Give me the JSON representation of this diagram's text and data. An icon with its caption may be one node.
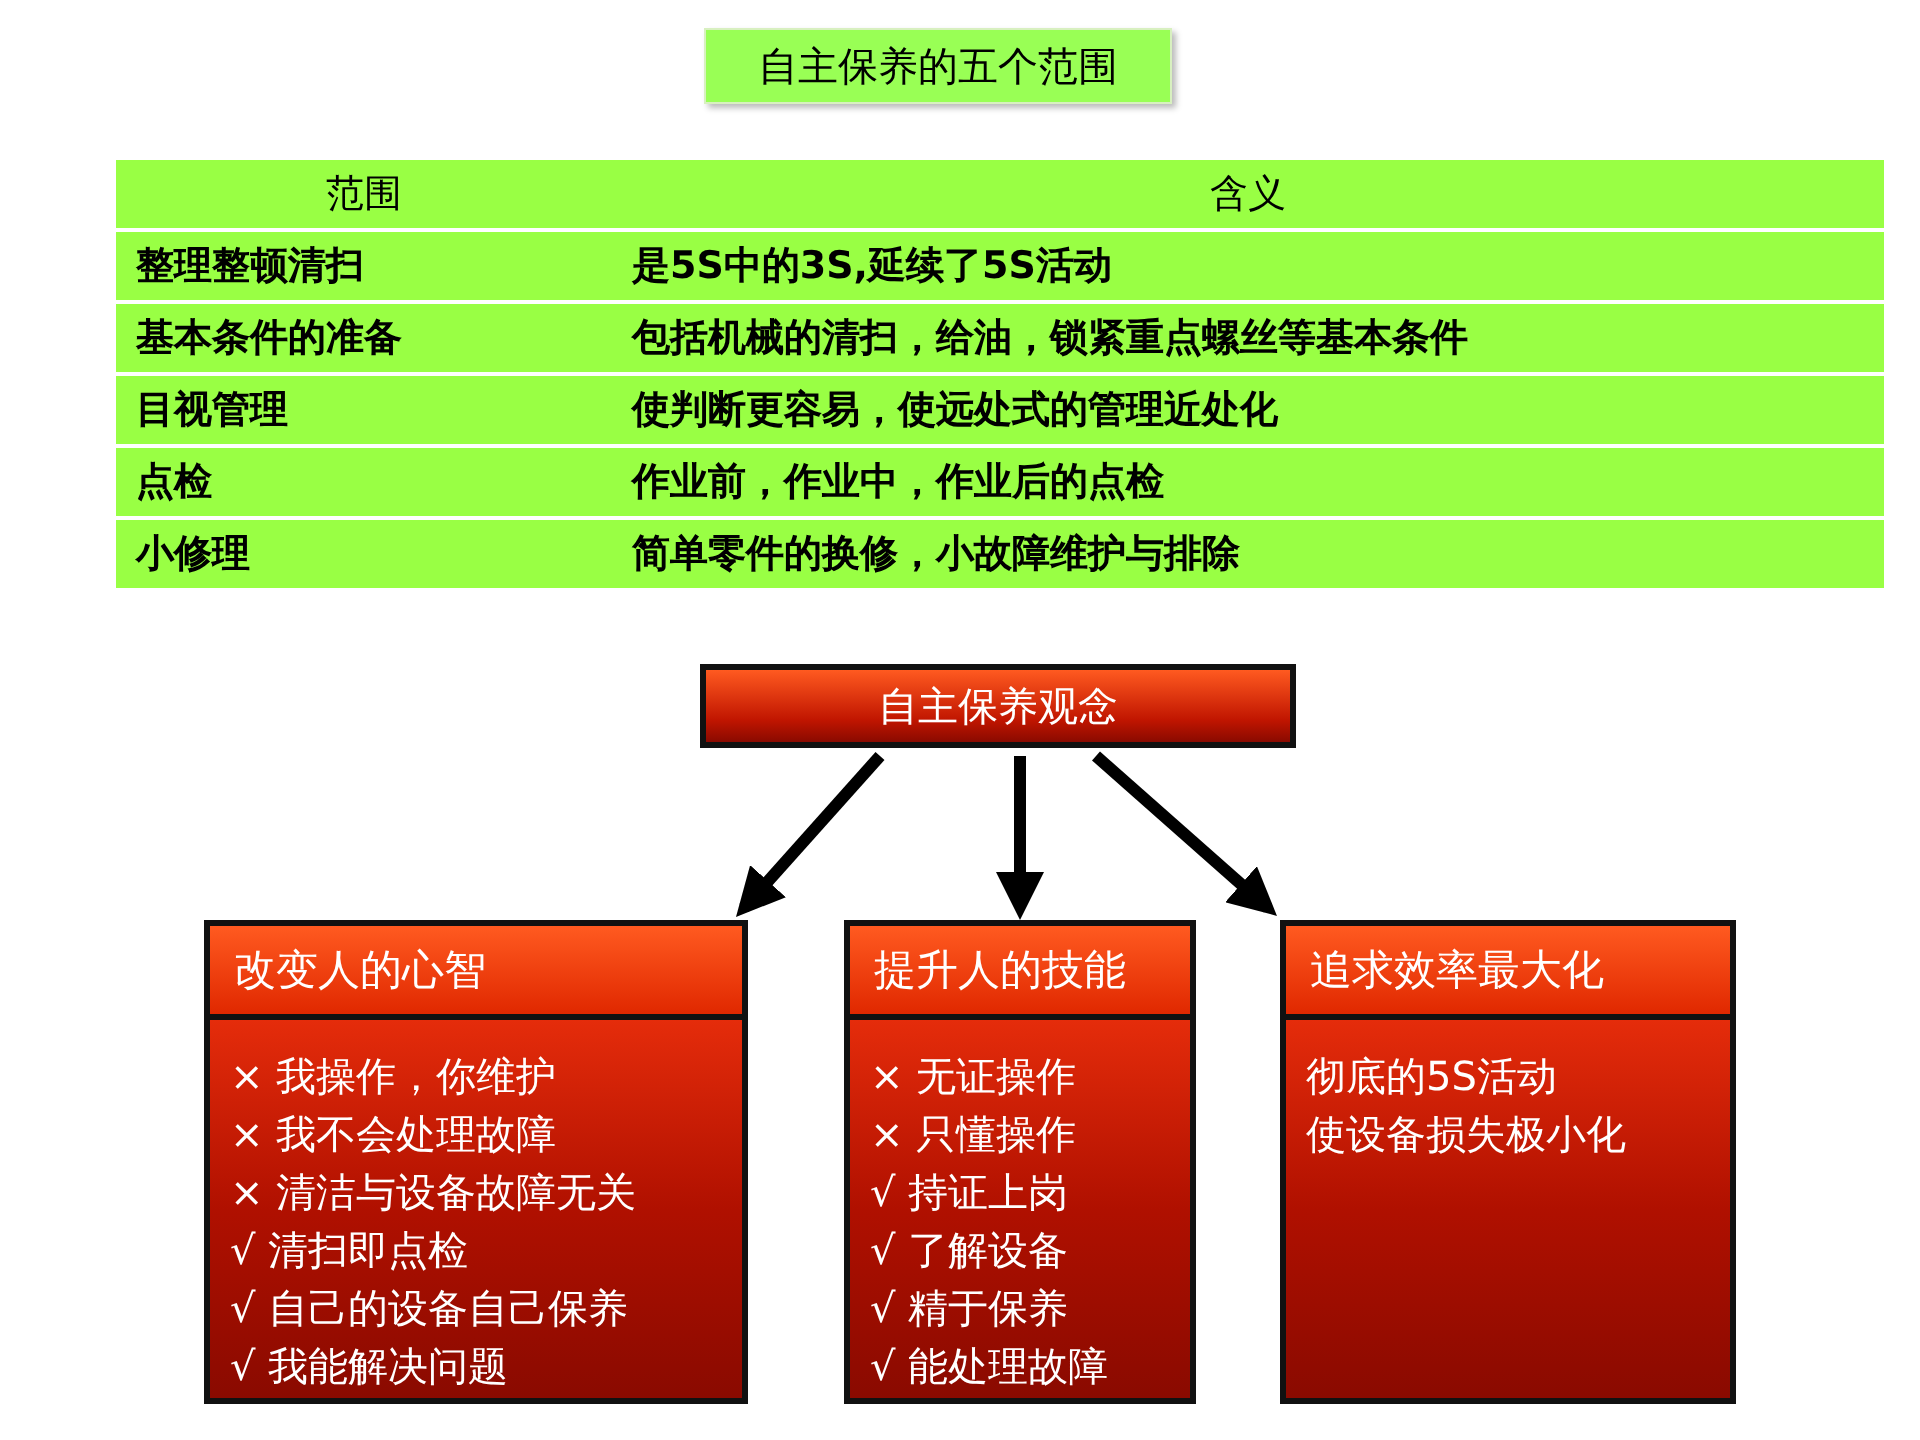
{
  "diagram": {
    "title": "自主保养的五个范围",
    "nodes": [
      {
        "text": [
          "自主保养观念"
        ]
      },
      {
        "text": [
          "改变人的心智",
          "×  我操作，你维护",
          "×  我不会处理故障",
          "×  清洁与设备故障无关",
          "√ 清扫即点检",
          "√ 自己的设备自己保养",
          "√ 我能解决问题"
        ]
      },
      {
        "text": [
          "提升人的技能",
          "×  无证操作",
          "×  只懂操作",
          "√ 持证上岗",
          "√ 了解设备",
          "√ 精于保养",
          "√ 能处理故障"
        ]
      },
      {
        "text": [
          "追求效率最大化",
          "彻底的5S活动",
          "使设备损失极小化"
        ]
      }
    ],
    "edges": [
      {
        "from": 0,
        "to": 1,
        "arrow": "to"
      },
      {
        "from": 0,
        "to": 2,
        "arrow": "to"
      },
      {
        "from": 0,
        "to": 3,
        "arrow": "to"
      }
    ],
    "labels": [
      "范围",
      "含义",
      "整理整顿清扫",
      "是5S中的3S,延续了5S活动",
      "基本条件的准备",
      "包括机械的清扫，给油，锁紧重点螺丝等基本条件",
      "目视管理",
      "使判断更容易，使远处式的管理近处化",
      "点检",
      "作业前，作业中，作业后的点检",
      "小修理",
      "简单零件的换修，小故障维护与排除"
    ]
  }
}
